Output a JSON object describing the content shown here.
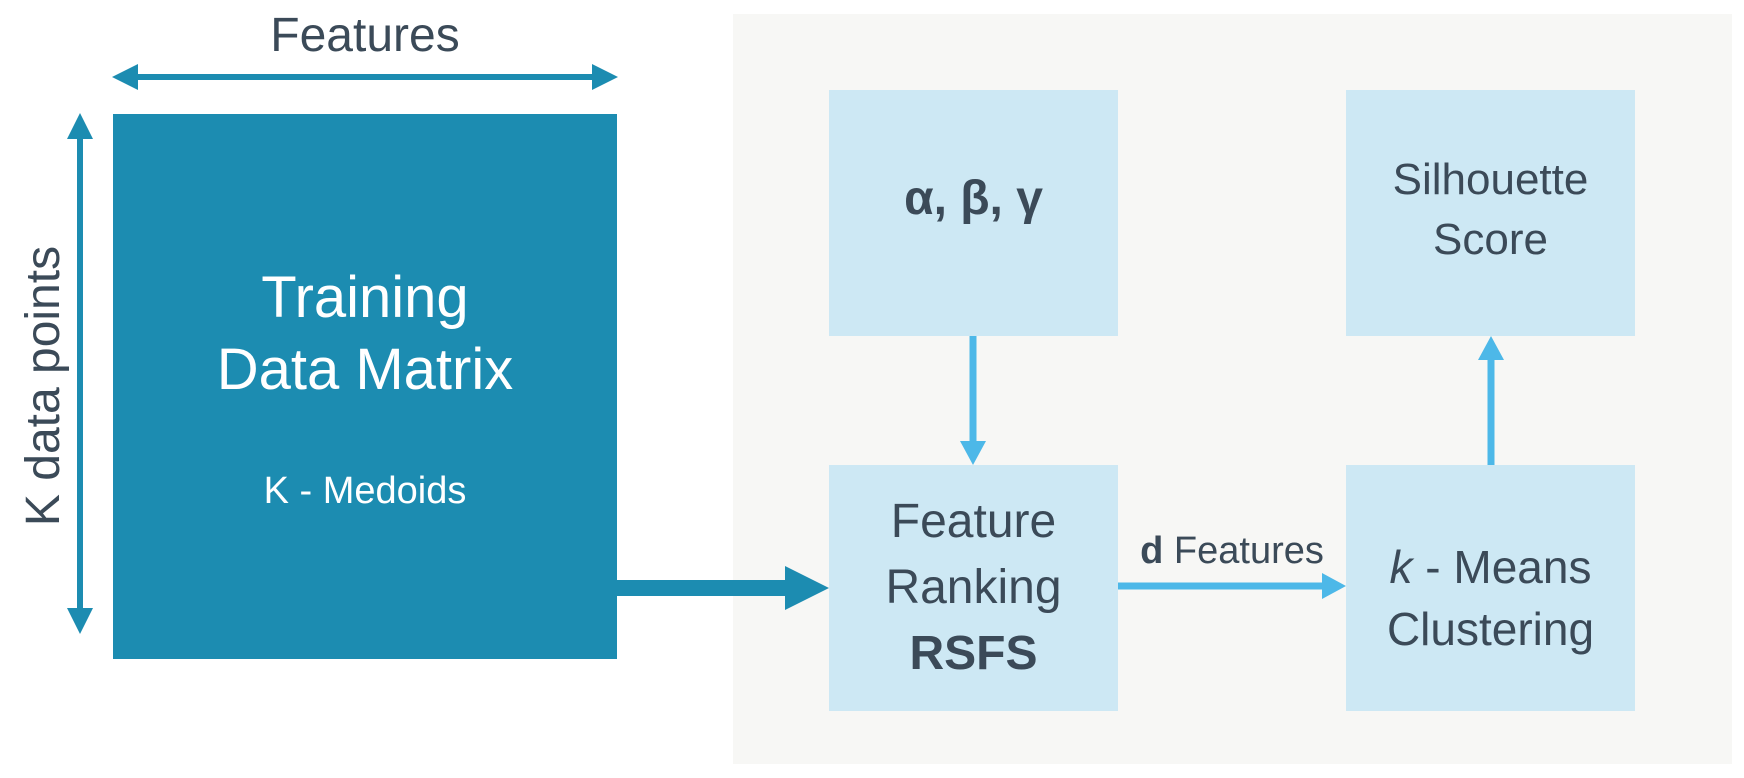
{
  "labels": {
    "features_axis": "Features",
    "k_data_points_axis": "K data points",
    "d_features_prefix": "d",
    "d_features_suffix": " Features"
  },
  "matrix": {
    "title_line1": "Training",
    "title_line2": "Data Matrix",
    "subtitle": "K - Medoids"
  },
  "params_box": {
    "text": "α, β, γ"
  },
  "ranking_box": {
    "line1": "Feature",
    "line2": "Ranking",
    "line3": "RSFS"
  },
  "kmeans_box": {
    "k_symbol": "k",
    "line1_rest": " - Means",
    "line2": "Clustering"
  },
  "silhouette_box": {
    "line1": "Silhouette",
    "line2": "Score"
  },
  "colors": {
    "matrix_fill": "#1c8cb1",
    "box_fill": "#cde8f4",
    "panel_fill": "#f7f7f5",
    "dark_arrow": "#1c8cb1",
    "light_arrow": "#4db8e8",
    "text": "#3b4a58"
  }
}
